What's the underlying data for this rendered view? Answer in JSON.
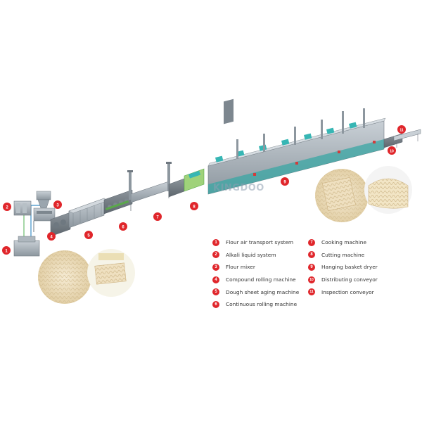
{
  "brand": {
    "watermark": "KINGDOO"
  },
  "colors": {
    "marker": "#e0262b",
    "machine": "#9aa5ae",
    "accent_teal": "#37b6b4",
    "accent_green": "#5aa84a",
    "accent_red": "#d33b3b"
  },
  "markers": [
    "1",
    "2",
    "3",
    "4",
    "5",
    "6",
    "7",
    "8",
    "9",
    "10",
    "11"
  ],
  "legend": {
    "left": [
      {
        "num": "1",
        "label": "Flour air transport system"
      },
      {
        "num": "2",
        "label": "Alkali liquid system"
      },
      {
        "num": "3",
        "label": "Flour mixer"
      },
      {
        "num": "4",
        "label": "Compound rolling machine"
      },
      {
        "num": "5",
        "label": "Dough sheet aging machine"
      },
      {
        "num": "6",
        "label": "Continuous rolling machine"
      }
    ],
    "right": [
      {
        "num": "7",
        "label": "Cooking machine"
      },
      {
        "num": "8",
        "label": "Cutting machine"
      },
      {
        "num": "9",
        "label": "Hanging basket dryer"
      },
      {
        "num": "10",
        "label": "Distributing conveyor"
      },
      {
        "num": "11",
        "label": "Inspection conveyor"
      }
    ]
  }
}
